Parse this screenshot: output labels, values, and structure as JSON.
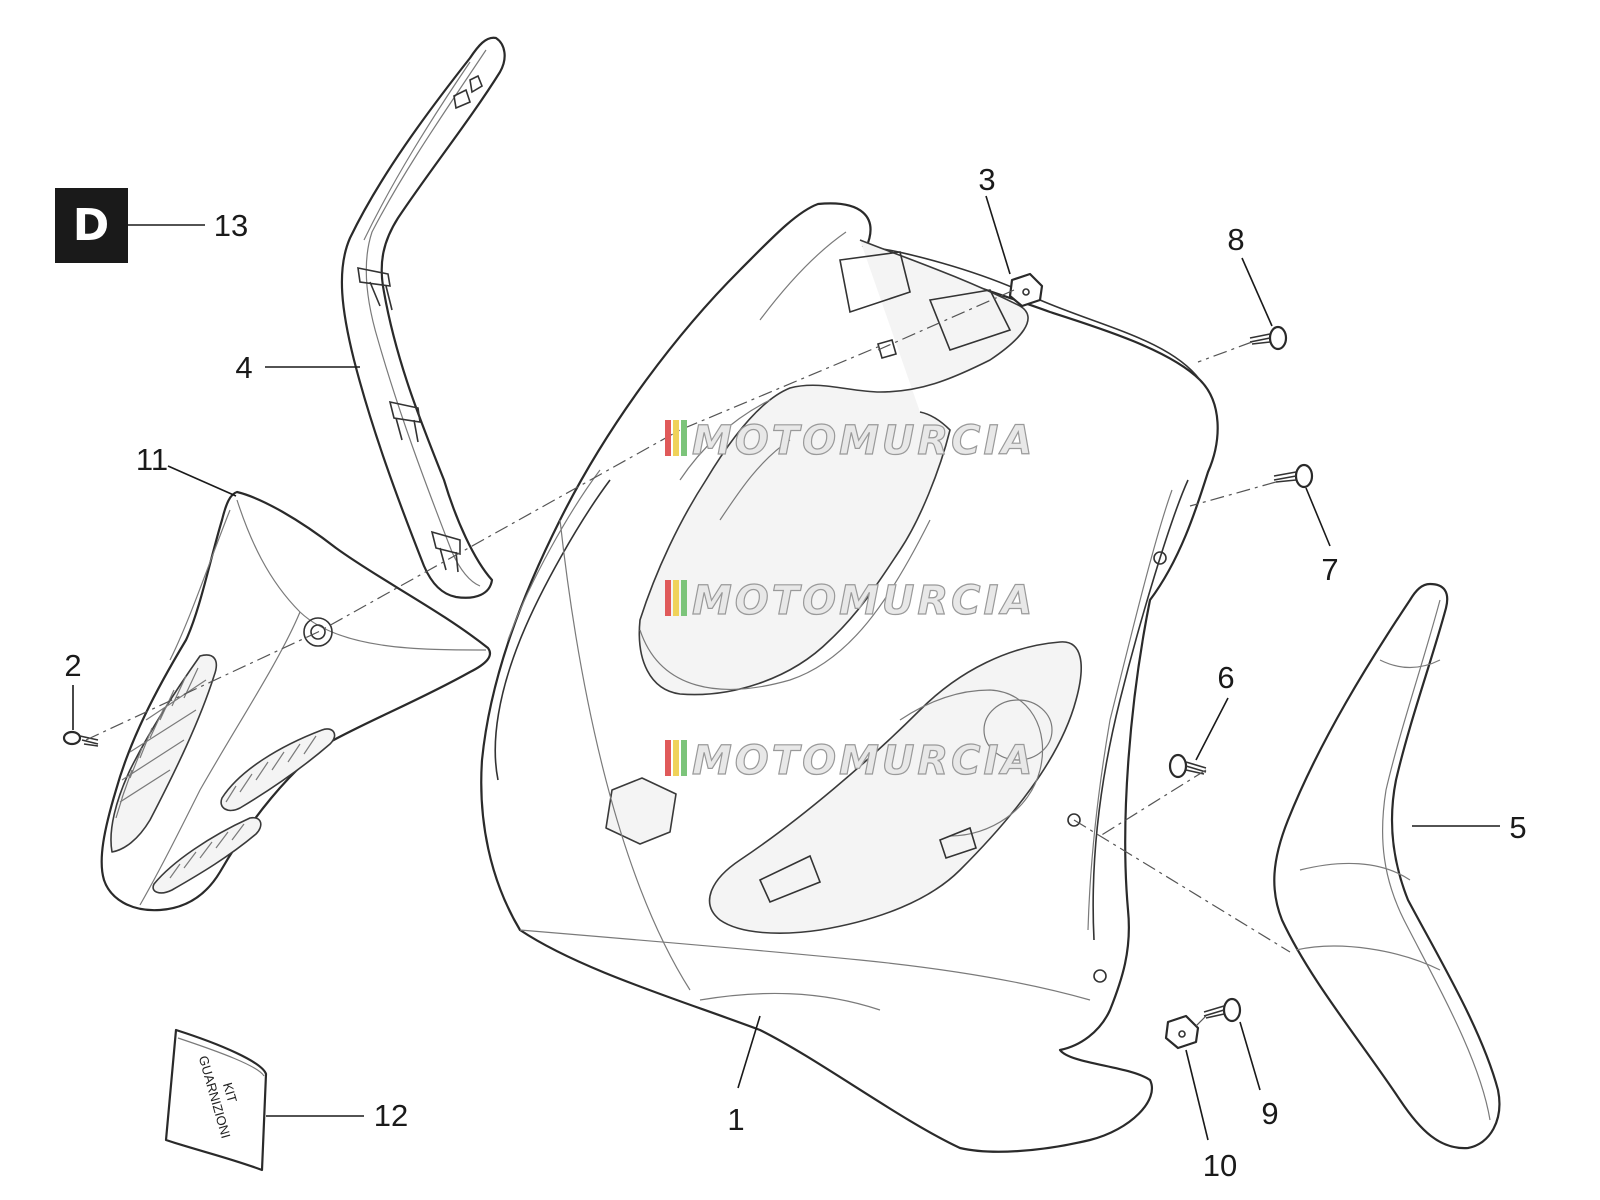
{
  "diagram": {
    "brand_badge_letter": "D",
    "watermark_text": "MOTOMURCIA",
    "kit_bag_text": [
      "KIT",
      "GUARNIZIONI"
    ],
    "callouts": {
      "c1": "1",
      "c2": "2",
      "c3": "3",
      "c4": "4",
      "c5": "5",
      "c6": "6",
      "c7": "7",
      "c8": "8",
      "c9": "9",
      "c10": "10",
      "c11": "11",
      "c12": "12",
      "c13": "13"
    },
    "colors": {
      "badge": "#1a1a1a",
      "linework": "#2a2a2a",
      "watermark_stripes": [
        "#e05a5a",
        "#f0d25a",
        "#7cc47a"
      ]
    }
  }
}
